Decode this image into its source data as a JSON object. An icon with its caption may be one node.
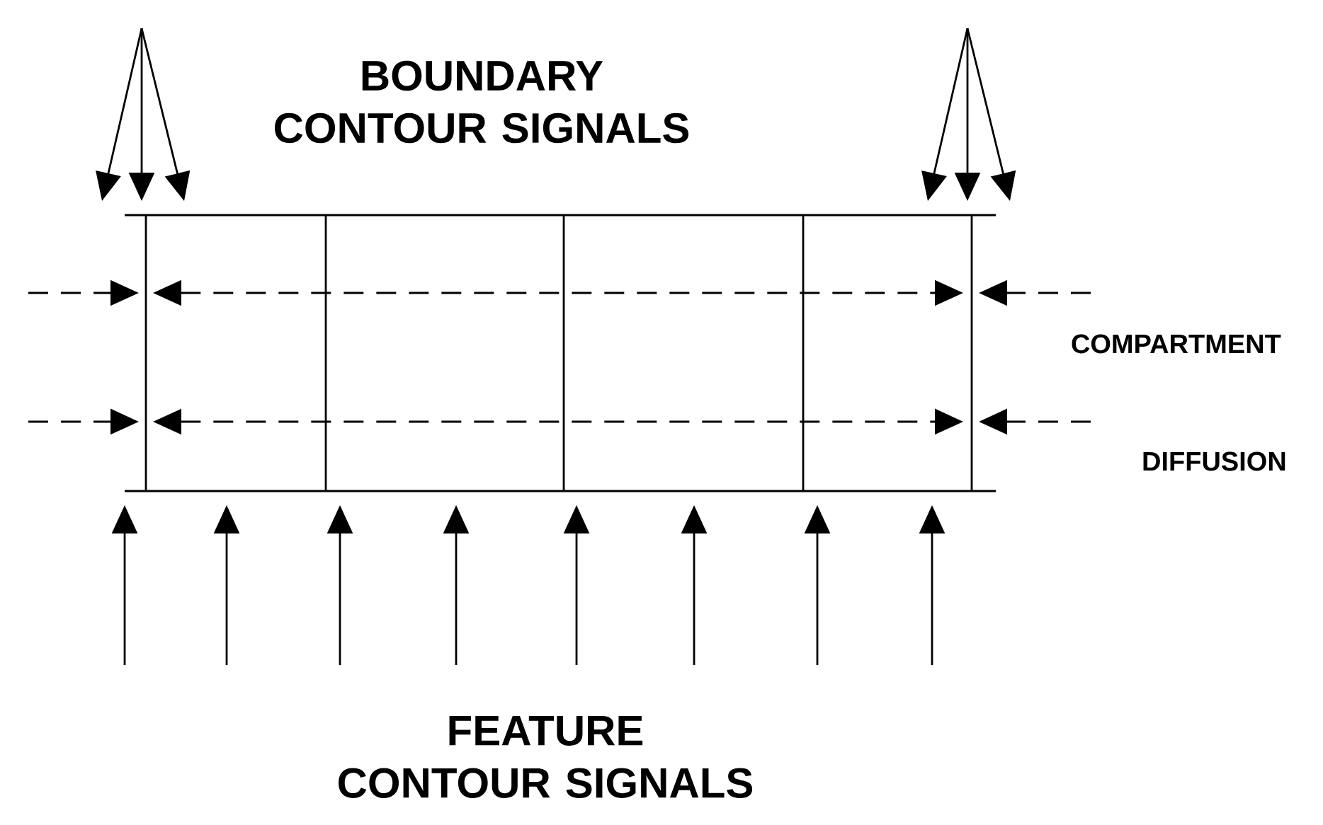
{
  "diagram": {
    "labels": [
      "BOUNDARY CONTOUR SIGNALS",
      "COMPARTMENT",
      "DIFFUSION",
      "FEATURE CONTOUR SIGNALS"
    ]
  }
}
